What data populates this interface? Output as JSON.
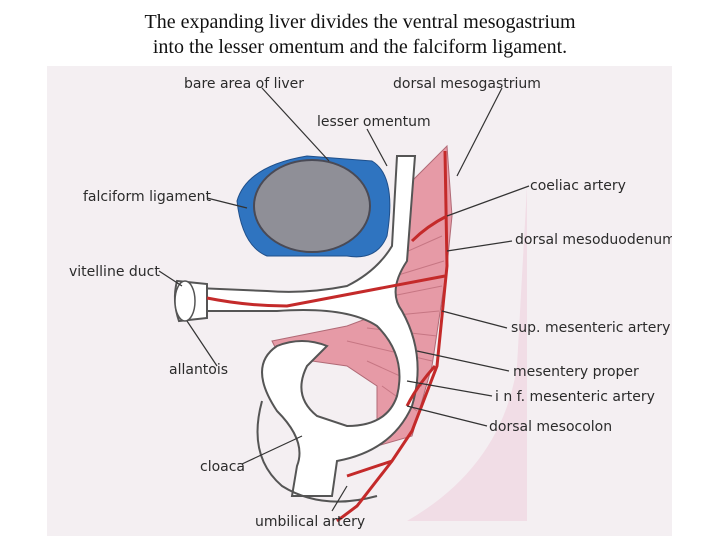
{
  "caption": {
    "line1": "The expanding liver divides the ventral mesogastrium",
    "line2": "into the lesser omentum and the falciform ligament."
  },
  "labels": {
    "bare_area_of_liver": "bare area of liver",
    "dorsal_mesogastrium": "dorsal mesogastrium",
    "lesser_omentum": "lesser omentum",
    "falciform_ligament": "falciform ligament",
    "coeliac_artery": "coeliac artery",
    "dorsal_mesoduodenum": "dorsal mesoduodenum",
    "vitelline_duct": "vitelline duct",
    "sup_mesenteric_artery": "sup. mesenteric artery",
    "allantois": "allantois",
    "mesentery_proper": "mesentery proper",
    "inf_mesenteric_artery": "i n f. mesenteric artery",
    "dorsal_mesocolon": "dorsal mesocolon",
    "cloaca": "cloaca",
    "umbilical_artery": "umbilical artery"
  },
  "colors": {
    "background": "#f4eff2",
    "liver": "#8f8f97",
    "liver_outline": "#4a4a55",
    "falciform": "#2f74c0",
    "mesentery": "#e69aa6",
    "artery": "#c42a2a",
    "gut_wall": "#ffffff",
    "outline": "#555555"
  }
}
